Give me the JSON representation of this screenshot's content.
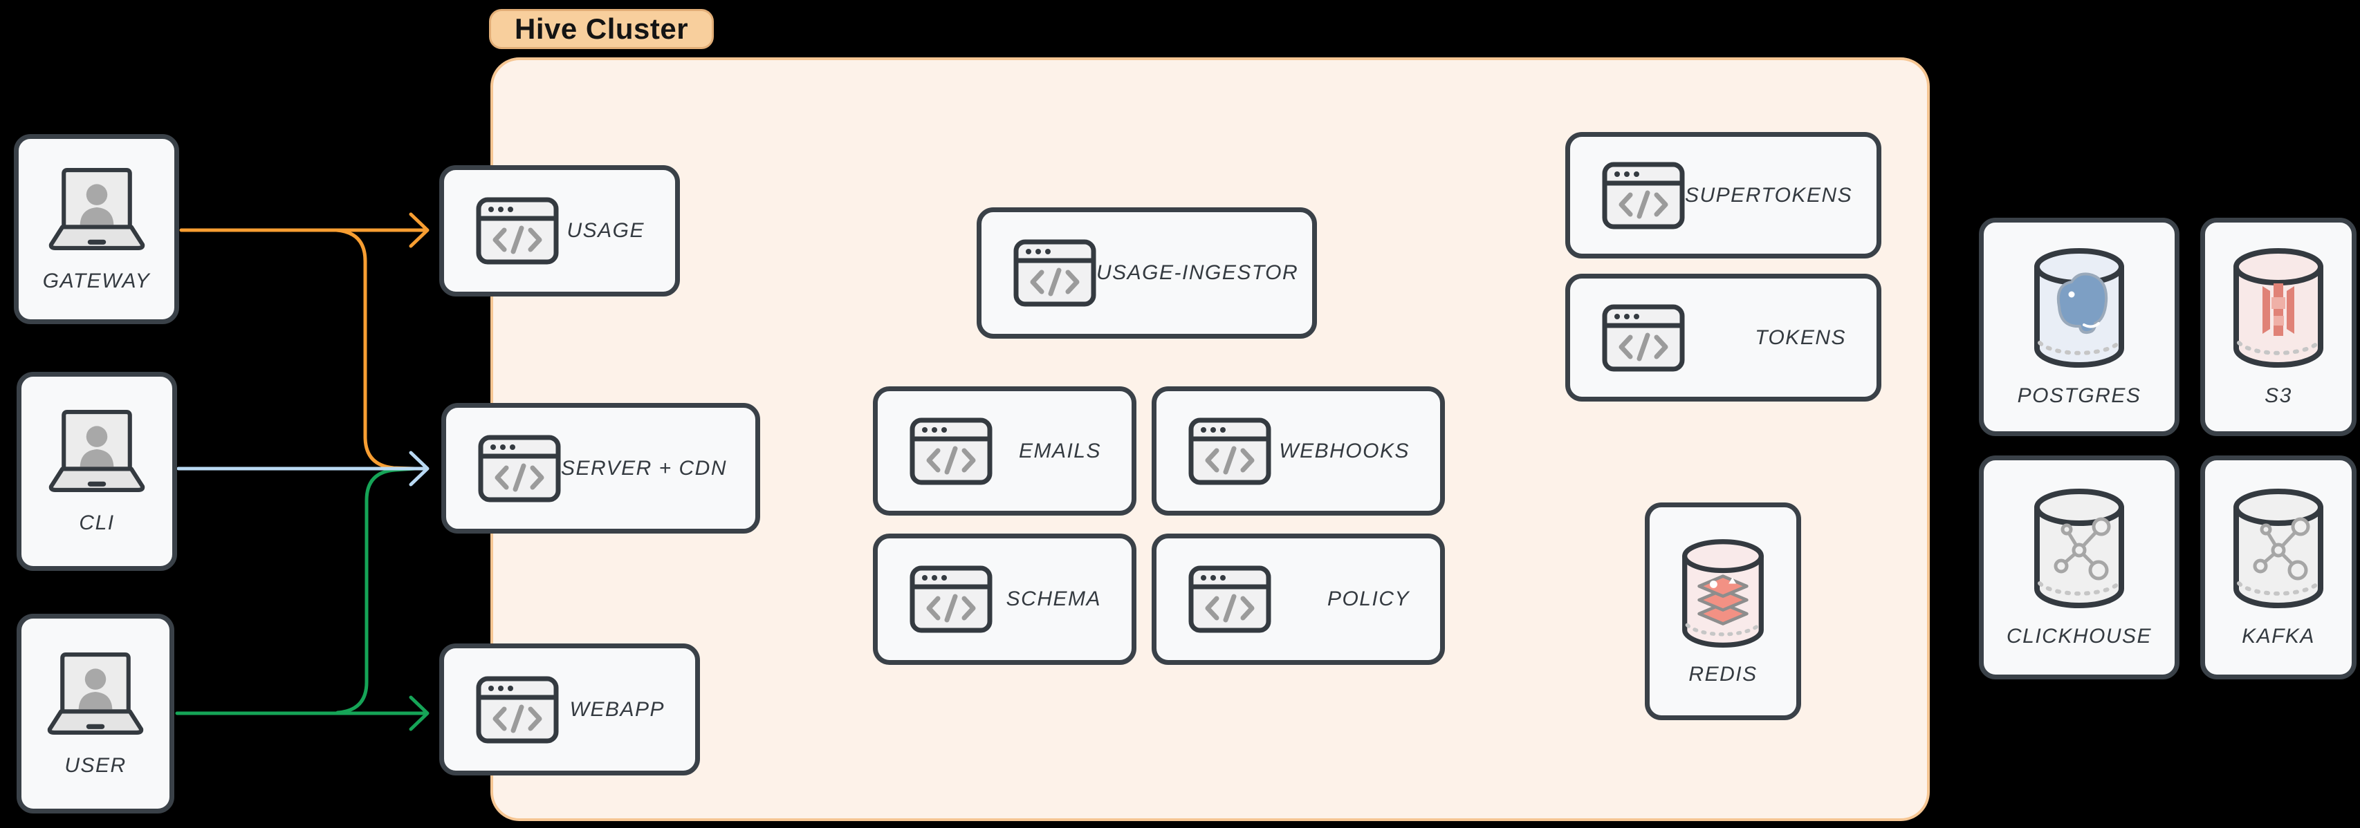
{
  "cluster": {
    "label": "Hive Cluster"
  },
  "clients": [
    {
      "label": "GATEWAY",
      "icon": "laptop-user"
    },
    {
      "label": "CLI",
      "icon": "laptop-user"
    },
    {
      "label": "USER",
      "icon": "laptop-user"
    }
  ],
  "services": {
    "usage": {
      "label": "USAGE",
      "icon": "browser-code"
    },
    "server_cdn": {
      "label": "SERVER + CDN",
      "icon": "browser-code"
    },
    "webapp": {
      "label": "WEBAPP",
      "icon": "browser-code"
    },
    "usage_ingestor": {
      "label": "USAGE-INGESTOR",
      "icon": "browser-code"
    },
    "emails": {
      "label": "EMAILS",
      "icon": "browser-code"
    },
    "webhooks": {
      "label": "WEBHOOKS",
      "icon": "browser-code"
    },
    "schema": {
      "label": "SCHEMA",
      "icon": "browser-code"
    },
    "policy": {
      "label": "POLICY",
      "icon": "browser-code"
    },
    "supertokens": {
      "label": "SUPERTOKENS",
      "icon": "browser-code"
    },
    "tokens": {
      "label": "TOKENS",
      "icon": "browser-code"
    },
    "redis": {
      "label": "REDIS",
      "icon": "database-cylinder-redis"
    }
  },
  "datastores": [
    {
      "label": "POSTGRES",
      "icon": "database-cylinder-postgres"
    },
    {
      "label": "S3",
      "icon": "database-cylinder-s3"
    },
    {
      "label": "CLICKHOUSE",
      "icon": "database-cylinder-molecule"
    },
    {
      "label": "KAFKA",
      "icon": "database-cylinder-molecule"
    }
  ],
  "edges": [
    {
      "from": "GATEWAY",
      "to": "USAGE",
      "color": "#f89e32"
    },
    {
      "from": "GATEWAY",
      "to": "SERVER + CDN",
      "color": "#f89e32"
    },
    {
      "from": "CLI",
      "to": "SERVER + CDN",
      "color": "#b9d9f3"
    },
    {
      "from": "USER",
      "to": "SERVER + CDN",
      "color": "#16a457"
    },
    {
      "from": "USER",
      "to": "WEBAPP",
      "color": "#16a457"
    }
  ],
  "colors": {
    "background": "#000000",
    "cluster_fill": "#fdf2e9",
    "cluster_border": "#f6c693",
    "cluster_pill_fill": "#f8cf9d",
    "node_fill": "#f8f9fa",
    "node_border": "#3a4148",
    "label_text": "#343a40",
    "arrow_orange": "#f89e32",
    "arrow_blue": "#b9d9f3",
    "arrow_green": "#16a457",
    "redis_accent": "#f29184",
    "postgres_accent": "#7d9fc4",
    "s3_accent": "#e08277"
  }
}
